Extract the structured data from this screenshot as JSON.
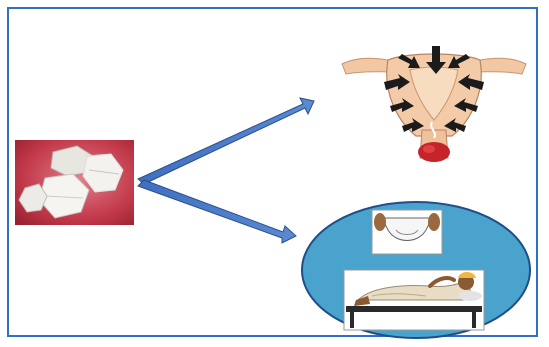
{
  "diagram": {
    "nodes": [
      {
        "id": "pills",
        "icon": "pill-tablets-icon"
      },
      {
        "id": "uterus",
        "icon": "uterus-contraction-icon"
      },
      {
        "id": "patient",
        "icon": "patient-reclining-icon"
      }
    ],
    "edges": [
      {
        "from": "pills",
        "to": "uterus"
      },
      {
        "from": "pills",
        "to": "patient"
      }
    ]
  },
  "colors": {
    "frame_border": "#2f6fc8",
    "arrow": "#4a7bc4",
    "ellipse_fill": "#4aa3cc",
    "ellipse_border": "#1f4f8a",
    "pill_background": "#b5293a",
    "tablet": "#f2f2ee"
  }
}
